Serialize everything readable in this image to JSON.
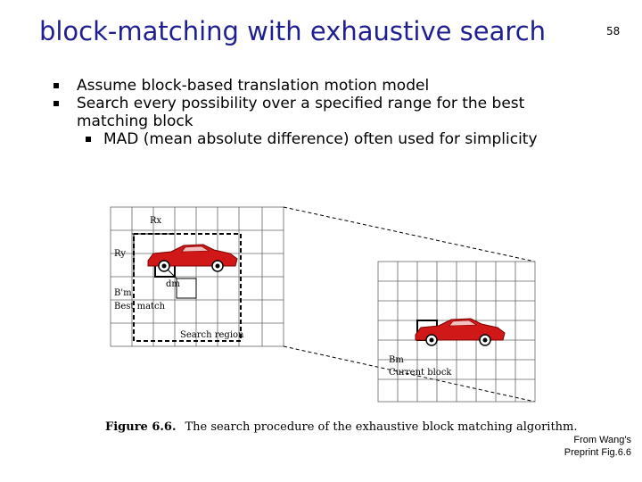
{
  "slide": {
    "title": "block-matching with exhaustive search",
    "number": "58"
  },
  "bullets": [
    "Assume block-based translation motion model",
    "Search every possibility over a specified range for the best matching block"
  ],
  "sub_bullets": [
    "MAD (mean absolute difference) often used for simplicity"
  ],
  "figure": {
    "labels": {
      "rx": "Rx",
      "ry": "Ry",
      "dm": "dm",
      "best_match_symbol": "B'm",
      "best_match": "Best match",
      "search_region": "Search region",
      "current_symbol": "Bm",
      "current_block": "Current block"
    },
    "caption_number": "Figure 6.6.",
    "caption_text": "The search procedure of the exhaustive block matching algorithm."
  },
  "credit": {
    "line1": "From Wang's",
    "line2": "Preprint Fig.6.6"
  },
  "colors": {
    "title": "#1f1f8f",
    "car_body": "#d01818",
    "grid": "#666666"
  }
}
